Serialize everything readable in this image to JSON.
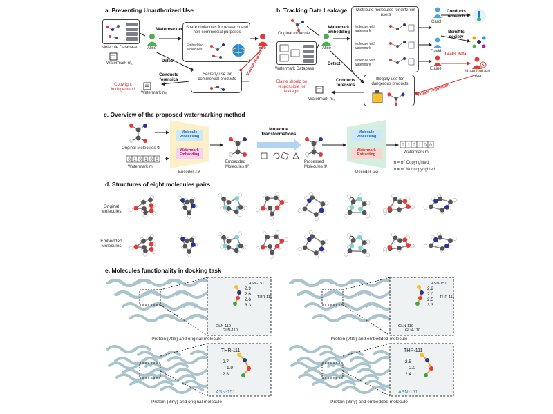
{
  "a": {
    "title": "a. Preventing Unauthorized Use",
    "molecule_database": "Molecule Database",
    "watermark_m1": "Watermark m₁",
    "alice": "Alice",
    "watermark_embedding": "Watermark embedding",
    "share_text": "Share molecules for research and non-commercial purposes",
    "embedded_molecules": "Embedded Molecules",
    "bob": "Bob",
    "detect": "Detect",
    "violate": "Violate regulation",
    "conducts_forensics": "Conducts forensics",
    "secretly_text": "Secretly use for commercial products",
    "copyright": "Copyright infringement!",
    "watermark_mi": "Watermark mᵢ"
  },
  "b": {
    "title": "b. Tracking Data Leakage",
    "original_molecule": "Original molecule",
    "watermark_database": "Watermark Database",
    "alice": "Alice",
    "watermark_embedding": "Watermark embedding",
    "distribute_text": "Distribute molecules for different users",
    "mol_with_wm": "Molecule with watermark",
    "carol": "Carol",
    "david": "David",
    "elaine": "Elaine",
    "conducts_research": "Conducts research",
    "benefits_society": "Benefits society",
    "leaks_data": "Leaks data",
    "unauthorized_user": "Unauthorized user",
    "detect": "Detect",
    "elaine_responsible": "Elaine should be responsible for leakage!",
    "conducts_forensics": "Conducts forensics",
    "illegally_text": "Illegally use for dangerous products",
    "violate": "Violate regulation",
    "watermark_m3": "Watermark m₃"
  },
  "c": {
    "title": "c. Overview of the proposed watermarking method",
    "original_molecules": "Original Molecules 𝒢",
    "watermark_m": "Watermark m",
    "molecule_processing": "Molecule Processing",
    "watermark_embedding": "Watermark Embedding",
    "encoder": "Encoder ℰθ",
    "embedded_molecules": "Embedded Molecules 𝒢'",
    "molecule_transformations": "Molecule Transformations",
    "processed_molecules": "Processed Molecules 𝒢̂",
    "decoder_processing": "Molecule Processing",
    "watermark_extracting": "Watermark Extracting",
    "decoder": "Decoder 𝒟φ",
    "watermark_mprime": "Watermark m'",
    "rule_copyrighted": "m = m'   Copyrighted",
    "rule_not": "m ≠ m'   Not copyrighted",
    "bits_in": [
      "0",
      "1",
      "0",
      "1",
      "0",
      "0"
    ],
    "bits_out": [
      "0",
      "1",
      "0",
      "1",
      "0",
      "0"
    ]
  },
  "d": {
    "title": "d. Structures of eight molecules pairs",
    "row1": "Original Molecules",
    "row2": "Embedded Molecules"
  },
  "e": {
    "title": "e. Molecules functionality in docking task",
    "cap1": "Protein (7t8r) and original molecule",
    "cap2": "Protein (7t8r) and embedded molecule",
    "cap3": "Protein (8iny) and original molecule",
    "cap4": "Protein (8iny) and embedded molecule",
    "p1": {
      "labels": [
        "ASN-151",
        "THR-111",
        "GLN-110",
        "GLN-110"
      ],
      "dists": [
        "2.9",
        "2.6",
        "2.6",
        "3.3"
      ]
    },
    "p2": {
      "labels": [
        "ASN-151",
        "THR-111",
        "GLN-110",
        "GLN-110"
      ],
      "dists": [
        "2.2",
        "2.0",
        "2.5",
        "3.3"
      ]
    },
    "p3": {
      "labels": [
        "THR-111",
        "ASN-151"
      ],
      "dists": [
        "2.7",
        "1.9",
        "2.8"
      ]
    },
    "p4": {
      "labels": [
        "THR-111",
        "ASN-151"
      ],
      "dists": [
        "2.5",
        "2.0",
        "2.4"
      ]
    }
  },
  "colors": {
    "red": "#d32f2f",
    "blue": "#2196f3",
    "green": "#4caf50",
    "protein": "#a9c4cc",
    "carbon": "#555555",
    "oxygen": "#e53935",
    "nitrogen": "#283593",
    "hydrogen": "#ffffff"
  }
}
